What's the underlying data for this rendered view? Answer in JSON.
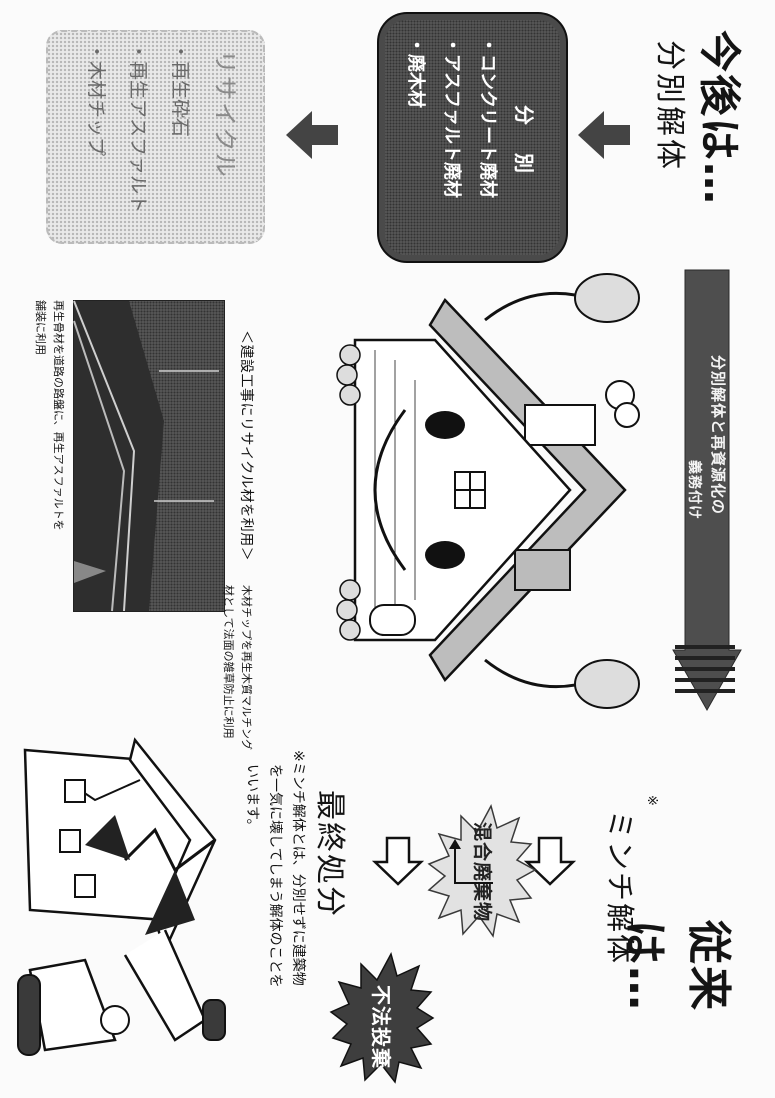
{
  "left": {
    "title": "従来は…",
    "minchi": "ミンチ解体",
    "asterisk": "※",
    "mixed_waste": "混合廃棄物",
    "illegal_dumping": "不法投棄",
    "final_disposal": "最終処分",
    "note_lines": [
      "※ミンチ解体とは、分別せずに建築物",
      "を一気に壊してしまう解体のことを",
      "いいます。"
    ]
  },
  "arrow_banner": {
    "line1": "分別解体と再資源化の",
    "line2": "義務付け"
  },
  "right": {
    "title": "今後は…",
    "subtitle": "分別解体",
    "sorting_box": {
      "heading": "分　別",
      "items": [
        "・コンクリート廃材",
        "・アスファルト廃材",
        "・廃木材"
      ]
    },
    "recycle_box": {
      "heading": "リサイクル",
      "items": [
        "・再生砕石",
        "・再生アスファルト",
        "・木材チップ"
      ]
    },
    "photo_caption": "＜建設工事にリサイクル材を利用＞",
    "photo_note_left_lines": [
      "木材チップを再生木質マルチング",
      "材として法面の雑草防止に利用"
    ],
    "photo_note_bottom_lines": [
      "再生骨材を道路の路盤に、再生アスファルトを",
      "舗装に利用"
    ]
  }
}
